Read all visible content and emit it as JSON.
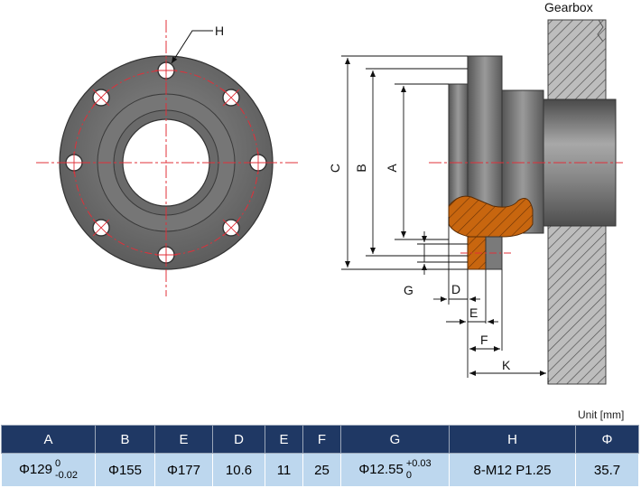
{
  "labels": {
    "gearbox": "Gearbox",
    "front_h": "H",
    "dim_a": "A",
    "dim_b": "B",
    "dim_c": "C",
    "dim_d": "D",
    "dim_e": "E",
    "dim_f": "F",
    "dim_g": "G",
    "dim_k": "K"
  },
  "unit": "Unit [mm]",
  "table": {
    "headers": [
      "A",
      "B",
      "E",
      "D",
      "E",
      "F",
      "G",
      "H",
      "Φ"
    ],
    "row": [
      {
        "main": "Φ129",
        "tol_upper": "0",
        "tol_lower": "-0.02"
      },
      {
        "main": "Φ155"
      },
      {
        "main": "Φ177"
      },
      {
        "main": "10.6"
      },
      {
        "main": "11"
      },
      {
        "main": "25"
      },
      {
        "main": "Φ12.55",
        "tol_upper": "+0.03",
        "tol_lower": "0"
      },
      {
        "main": "8-M12  P1.25"
      },
      {
        "main": "35.7"
      }
    ]
  },
  "colors": {
    "header_bg": "#1f3864",
    "cell_bg": "#bdd7ee",
    "centerline": "#e0303a",
    "section_fill": "#c8660f",
    "flange_gray": "#6e6e6e"
  }
}
